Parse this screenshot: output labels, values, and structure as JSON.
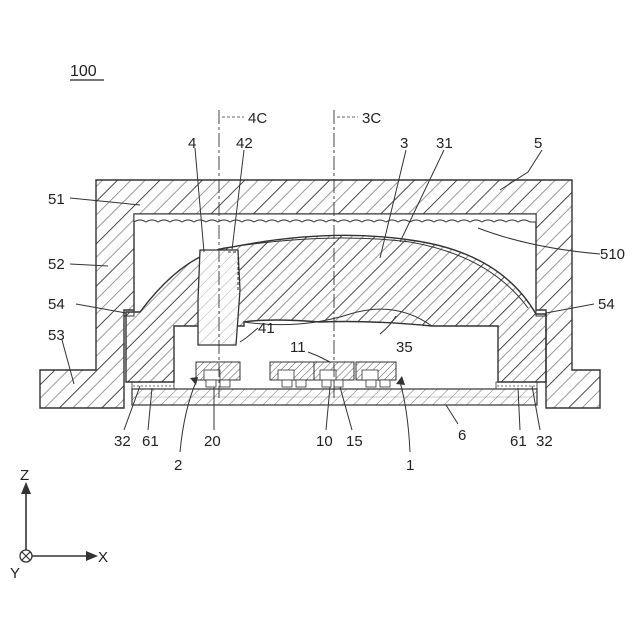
{
  "figure": {
    "title": "100",
    "section_marks": {
      "left": "4C",
      "right": "3C"
    },
    "labels": {
      "l4": "4",
      "l42": "42",
      "l3": "3",
      "l31": "31",
      "l5": "5",
      "l51": "51",
      "l52": "52",
      "l54_left": "54",
      "l54_right": "54",
      "l53": "53",
      "l510": "510",
      "l41": "41",
      "l11": "11",
      "l35": "35",
      "l32_left": "32",
      "l61_left": "61",
      "l20": "20",
      "l2": "2",
      "l10": "10",
      "l15": "15",
      "l1": "1",
      "l6": "6",
      "l61_right": "61",
      "l32_right": "32"
    },
    "axes": {
      "z": "Z",
      "x": "X",
      "y": "Y"
    }
  }
}
